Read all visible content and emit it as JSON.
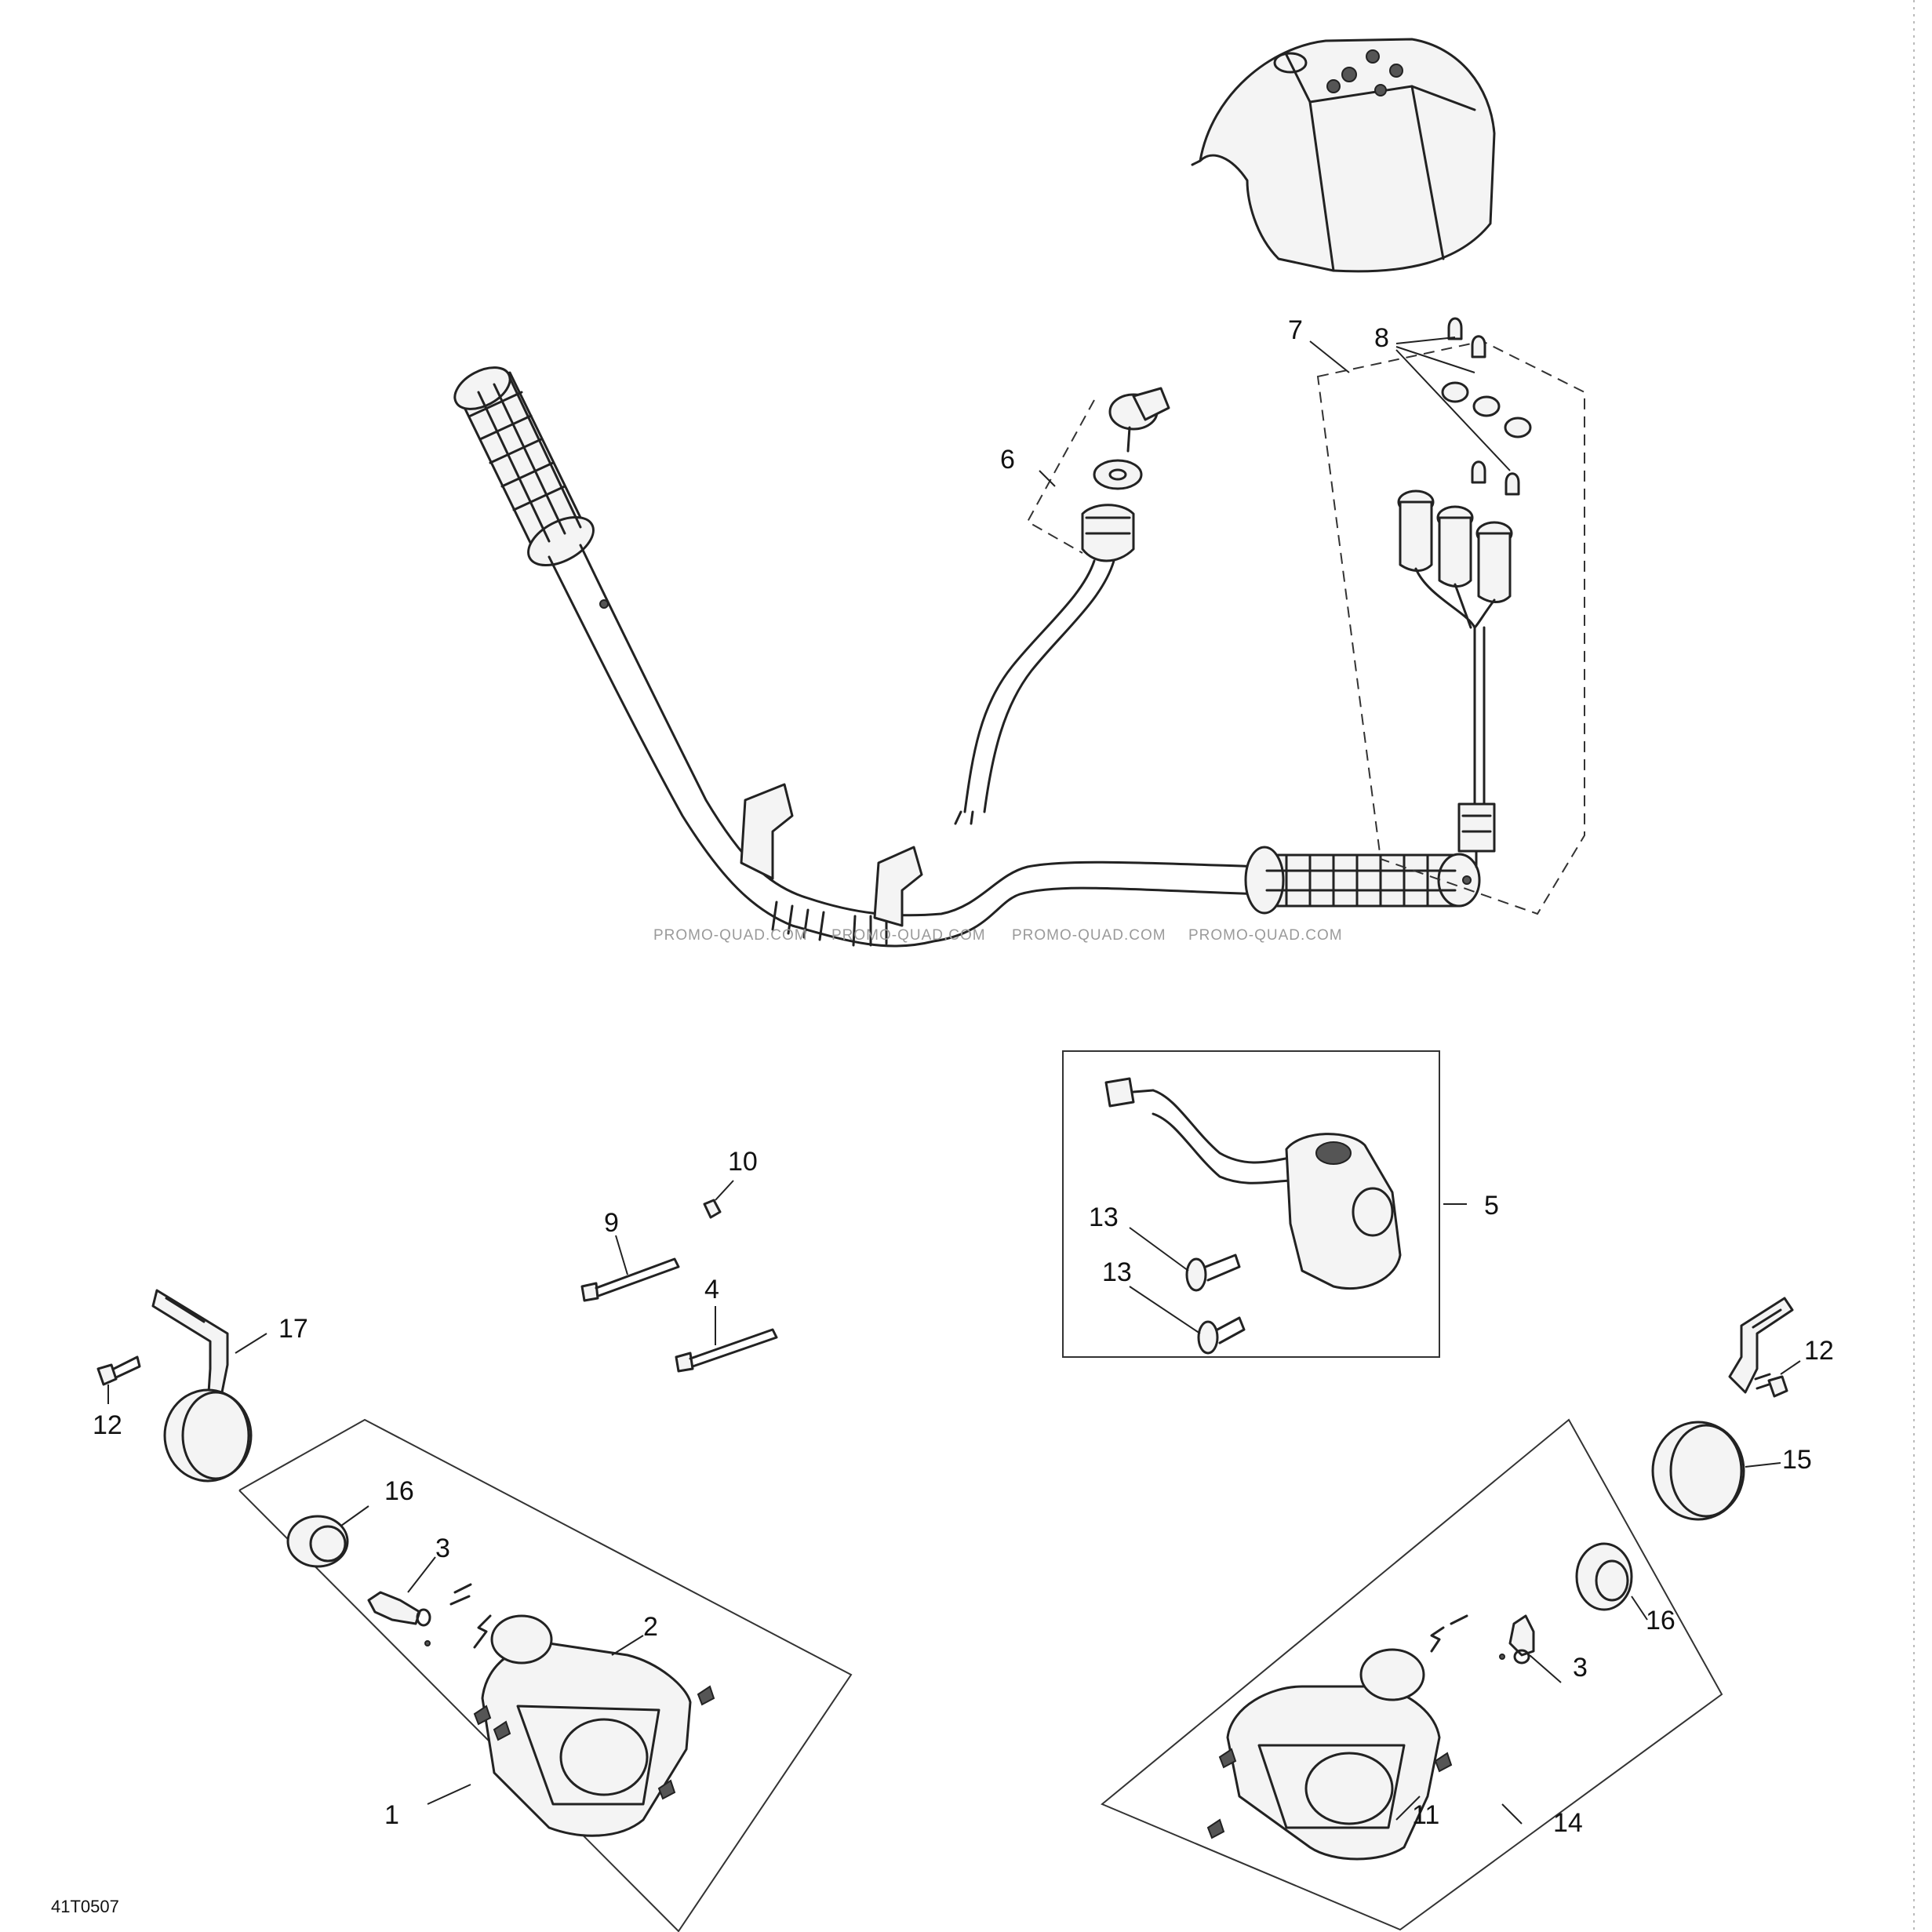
{
  "figure_id": "41T0507",
  "watermark": "PROMO-QUAD.COM",
  "callouts": {
    "c1": "1",
    "c2": "2",
    "c3a": "3",
    "c3b": "3",
    "c4": "4",
    "c5": "5",
    "c6": "6",
    "c7": "7",
    "c8": "8",
    "c9": "9",
    "c10": "10",
    "c11": "11",
    "c12a": "12",
    "c12b": "12",
    "c13a": "13",
    "c13b": "13",
    "c14": "14",
    "c15": "15",
    "c16a": "16",
    "c16b": "16",
    "c17": "17"
  }
}
